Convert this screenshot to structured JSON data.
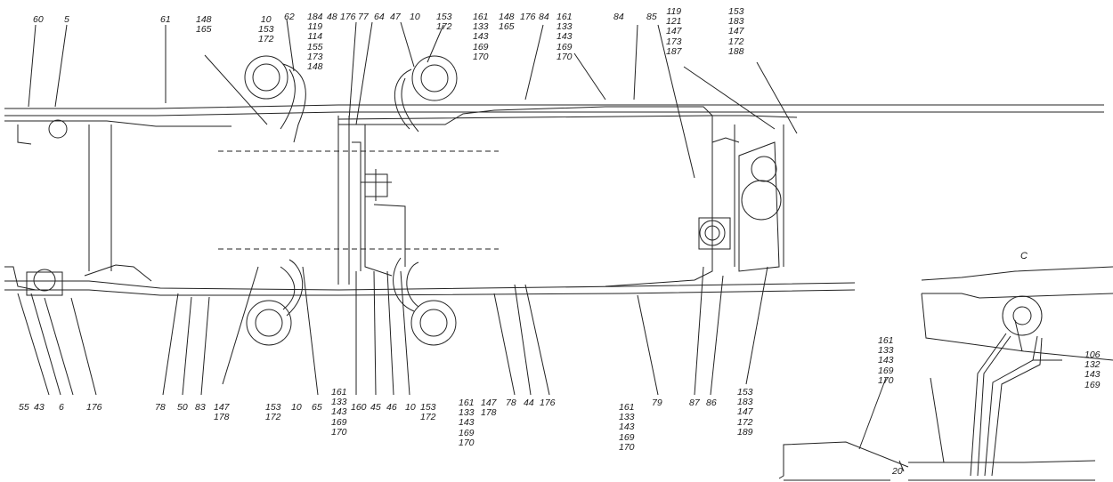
{
  "labels": {
    "top": [
      "60",
      "5",
      "61",
      "62",
      "184",
      "48",
      "176",
      "77",
      "64",
      "47",
      "10",
      "153",
      "172",
      "148",
      "165",
      "176",
      "84",
      "161",
      "133",
      "143",
      "169",
      "170",
      "84",
      "85",
      "119",
      "121",
      "147",
      "173",
      "187"
    ],
    "top_stacks": {
      "s148_165_left": [
        "148",
        "165"
      ],
      "s10_153_172": [
        "10",
        "153",
        "172"
      ],
      "s184_col": [
        "184",
        "119",
        "114",
        "155",
        "173",
        "148"
      ],
      "s153_172_mid": [
        "153",
        "172"
      ],
      "s161_mid": [
        "161",
        "133",
        "143",
        "169",
        "170"
      ],
      "s148_165_mid": [
        "148",
        "165"
      ],
      "s161_right": [
        "161",
        "133",
        "143",
        "169",
        "170"
      ],
      "s119_col": [
        "119",
        "121",
        "147",
        "173",
        "187"
      ],
      "s153_col": [
        "153",
        "183",
        "147",
        "172",
        "188"
      ]
    },
    "bottom": [
      "55",
      "43",
      "6",
      "176",
      "78",
      "50",
      "83",
      "65",
      "160",
      "45",
      "46",
      "10",
      "78",
      "44",
      "176",
      "79",
      "87",
      "86"
    ],
    "bottom_stacks": {
      "s147_178_left": [
        "147",
        "178"
      ],
      "s153_172_l": [
        "153",
        "172"
      ],
      "s10_b": [
        "10"
      ],
      "s161_b1": [
        "161",
        "133",
        "143",
        "169",
        "170"
      ],
      "s153_172_r": [
        "153",
        "172"
      ],
      "s161_b2": [
        "161",
        "133",
        "143",
        "169",
        "170"
      ],
      "s147_178_r": [
        "147",
        "178"
      ],
      "s161_b3": [
        "161",
        "133",
        "143",
        "169",
        "170"
      ],
      "s153_b": [
        "153",
        "183",
        "147",
        "172",
        "189"
      ]
    },
    "inset": {
      "title": "C",
      "s161_inset": [
        "161",
        "133",
        "143",
        "169",
        "170"
      ],
      "s106_col": [
        "106",
        "132",
        "143",
        "169"
      ],
      "n20": "20"
    }
  }
}
